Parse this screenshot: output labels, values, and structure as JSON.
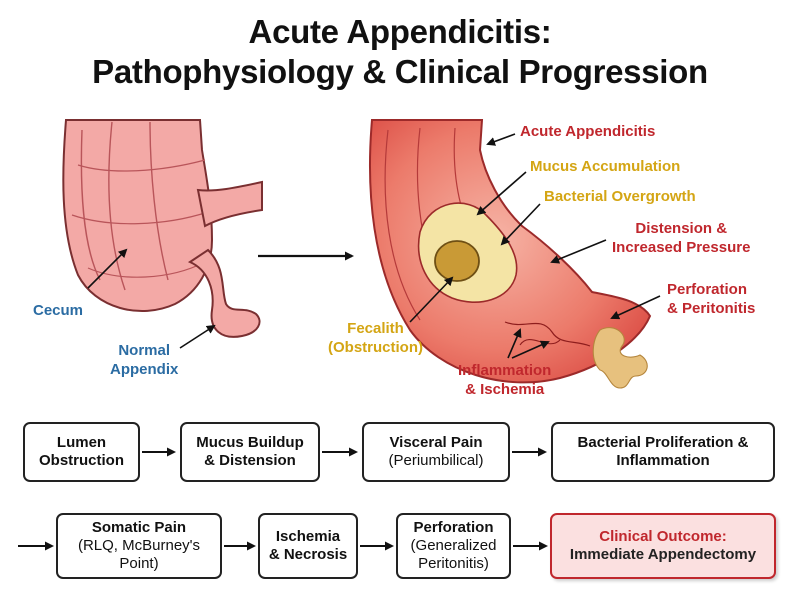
{
  "title": {
    "line1": "Acute Appendicitis:",
    "line2": "Pathophysiology & Clinical Progression"
  },
  "illustration": {
    "normal_labels": {
      "cecum": "Cecum",
      "appendix": "Normal\nAppendix"
    },
    "inflamed_labels": {
      "acute": "Acute Appendicitis",
      "mucus": "Mucus Accumulation",
      "bacterial": "Bacterial Overgrowth",
      "distension": "Distension &\nIncreased Pressure",
      "perforation": "Perforation\n& Peritonitis",
      "fecalith": "Fecalith\n(Obstruction)",
      "inflammation": "Inflammation\n& Ischemia"
    },
    "colors": {
      "blue_label": "#2b6ca3",
      "red_label": "#c0272d",
      "gold_label": "#d4a514",
      "tissue": "#f1a4a4",
      "inflamed": "#e05b5b"
    }
  },
  "flow": {
    "row1": [
      {
        "title": "Lumen\nObstruction",
        "sub": ""
      },
      {
        "title": "Mucus Buildup\n& Distension",
        "sub": ""
      },
      {
        "title": "Visceral Pain",
        "sub": "(Periumbilical)"
      },
      {
        "title": "Bacterial Proliferation &\nInflammation",
        "sub": ""
      }
    ],
    "row2": [
      {
        "title": "Somatic Pain",
        "sub": "(RLQ, McBurney's\nPoint)"
      },
      {
        "title": "Ischemia\n& Necrosis",
        "sub": ""
      },
      {
        "title": "Perforation",
        "sub": "(Generalized\nPeritonitis)"
      },
      {
        "title": "Clinical Outcome:",
        "sub": "Immediate Appendectomy"
      }
    ]
  }
}
